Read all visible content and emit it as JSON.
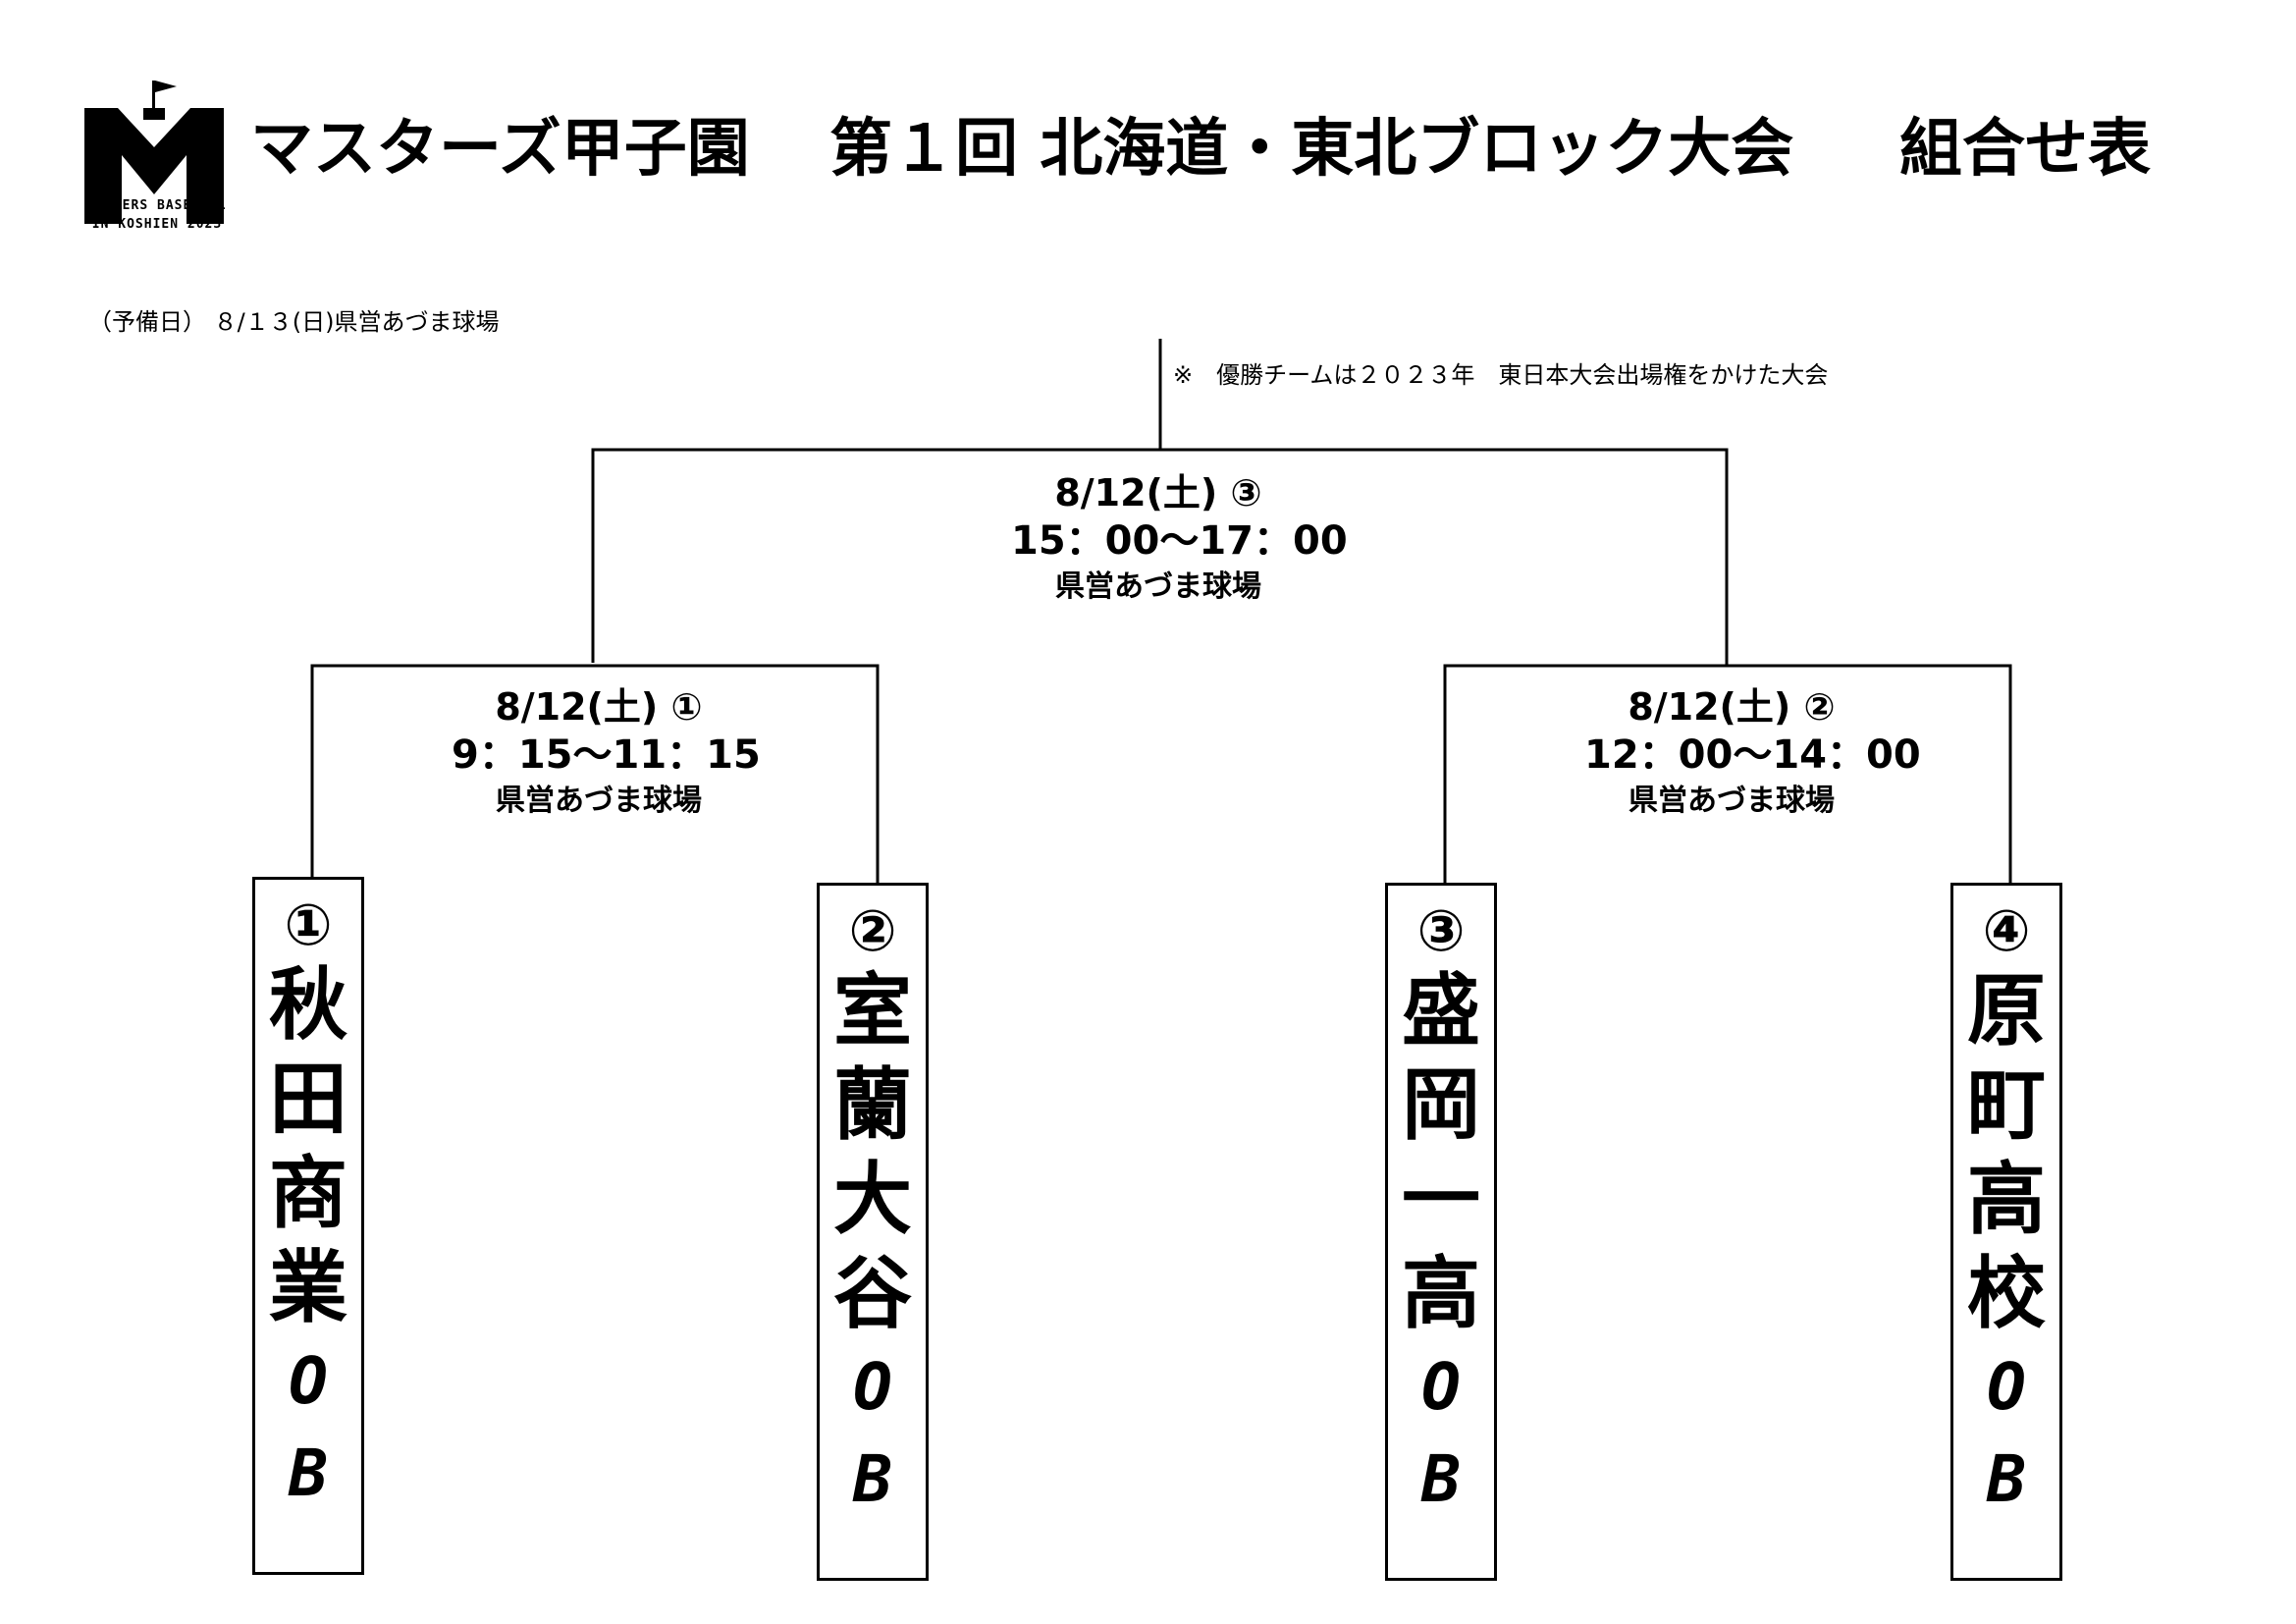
{
  "logo": {
    "caption_line1": "MASTERS BASEBALL",
    "caption_line2": "IN KOSHIEN 2023"
  },
  "title": {
    "part1": "マスターズ甲子園",
    "part2": "第１回 北海道・東北ブロック大会",
    "part3": "組合せ表"
  },
  "reserve_day": "（予備日） ８/１３(日)県営あづま球場",
  "notice": "※　優勝チームは２０２３年　東日本大会出場権をかけた大会",
  "matches": {
    "final": {
      "date": "8/12(土) ③",
      "time": "15：00〜17：00",
      "venue": "県営あづま球場"
    },
    "semi1": {
      "date": "8/12(土) ①",
      "time": "9：15〜11：15",
      "venue": "県営あづま球場"
    },
    "semi2": {
      "date": "8/12(土) ②",
      "time": "12：00〜14：00",
      "venue": "県営あづま球場"
    }
  },
  "teams": [
    {
      "seed": "①",
      "name": "秋田商業",
      "suffix": "OB"
    },
    {
      "seed": "②",
      "name": "室蘭大谷",
      "suffix": "OB"
    },
    {
      "seed": "③",
      "name": "盛岡一高",
      "suffix": "OB"
    },
    {
      "seed": "④",
      "name": "原町高校",
      "suffix": "OB"
    }
  ]
}
